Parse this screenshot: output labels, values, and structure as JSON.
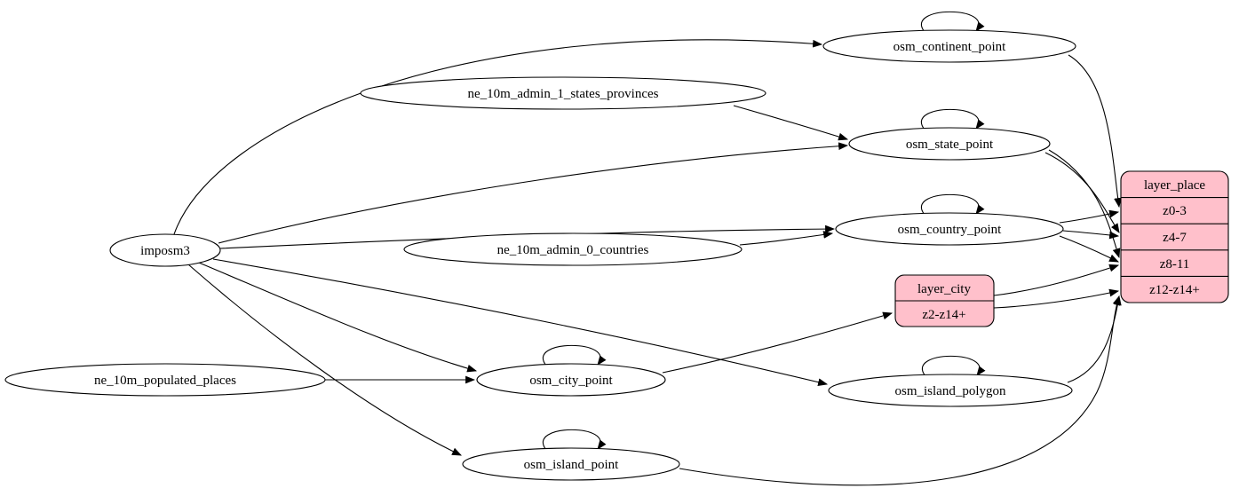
{
  "diagram": {
    "colors": {
      "record_fill": "#ffc0cb",
      "ellipse_fill": "#ffffff",
      "edge": "#000000"
    },
    "nodes": {
      "imposm3": {
        "label": "imposm3"
      },
      "ne_10m_admin_1_states_provinces": {
        "label": "ne_10m_admin_1_states_provinces"
      },
      "ne_10m_admin_0_countries": {
        "label": "ne_10m_admin_0_countries"
      },
      "ne_10m_populated_places": {
        "label": "ne_10m_populated_places"
      },
      "osm_continent_point": {
        "label": "osm_continent_point"
      },
      "osm_state_point": {
        "label": "osm_state_point"
      },
      "osm_country_point": {
        "label": "osm_country_point"
      },
      "osm_city_point": {
        "label": "osm_city_point"
      },
      "osm_island_polygon": {
        "label": "osm_island_polygon"
      },
      "osm_island_point": {
        "label": "osm_island_point"
      },
      "layer_city": {
        "title": "layer_city",
        "rows": [
          "z2-z14+"
        ]
      },
      "layer_place": {
        "title": "layer_place",
        "rows": [
          "z0-3",
          "z4-7",
          "z8-11",
          "z12-z14+"
        ]
      }
    }
  }
}
